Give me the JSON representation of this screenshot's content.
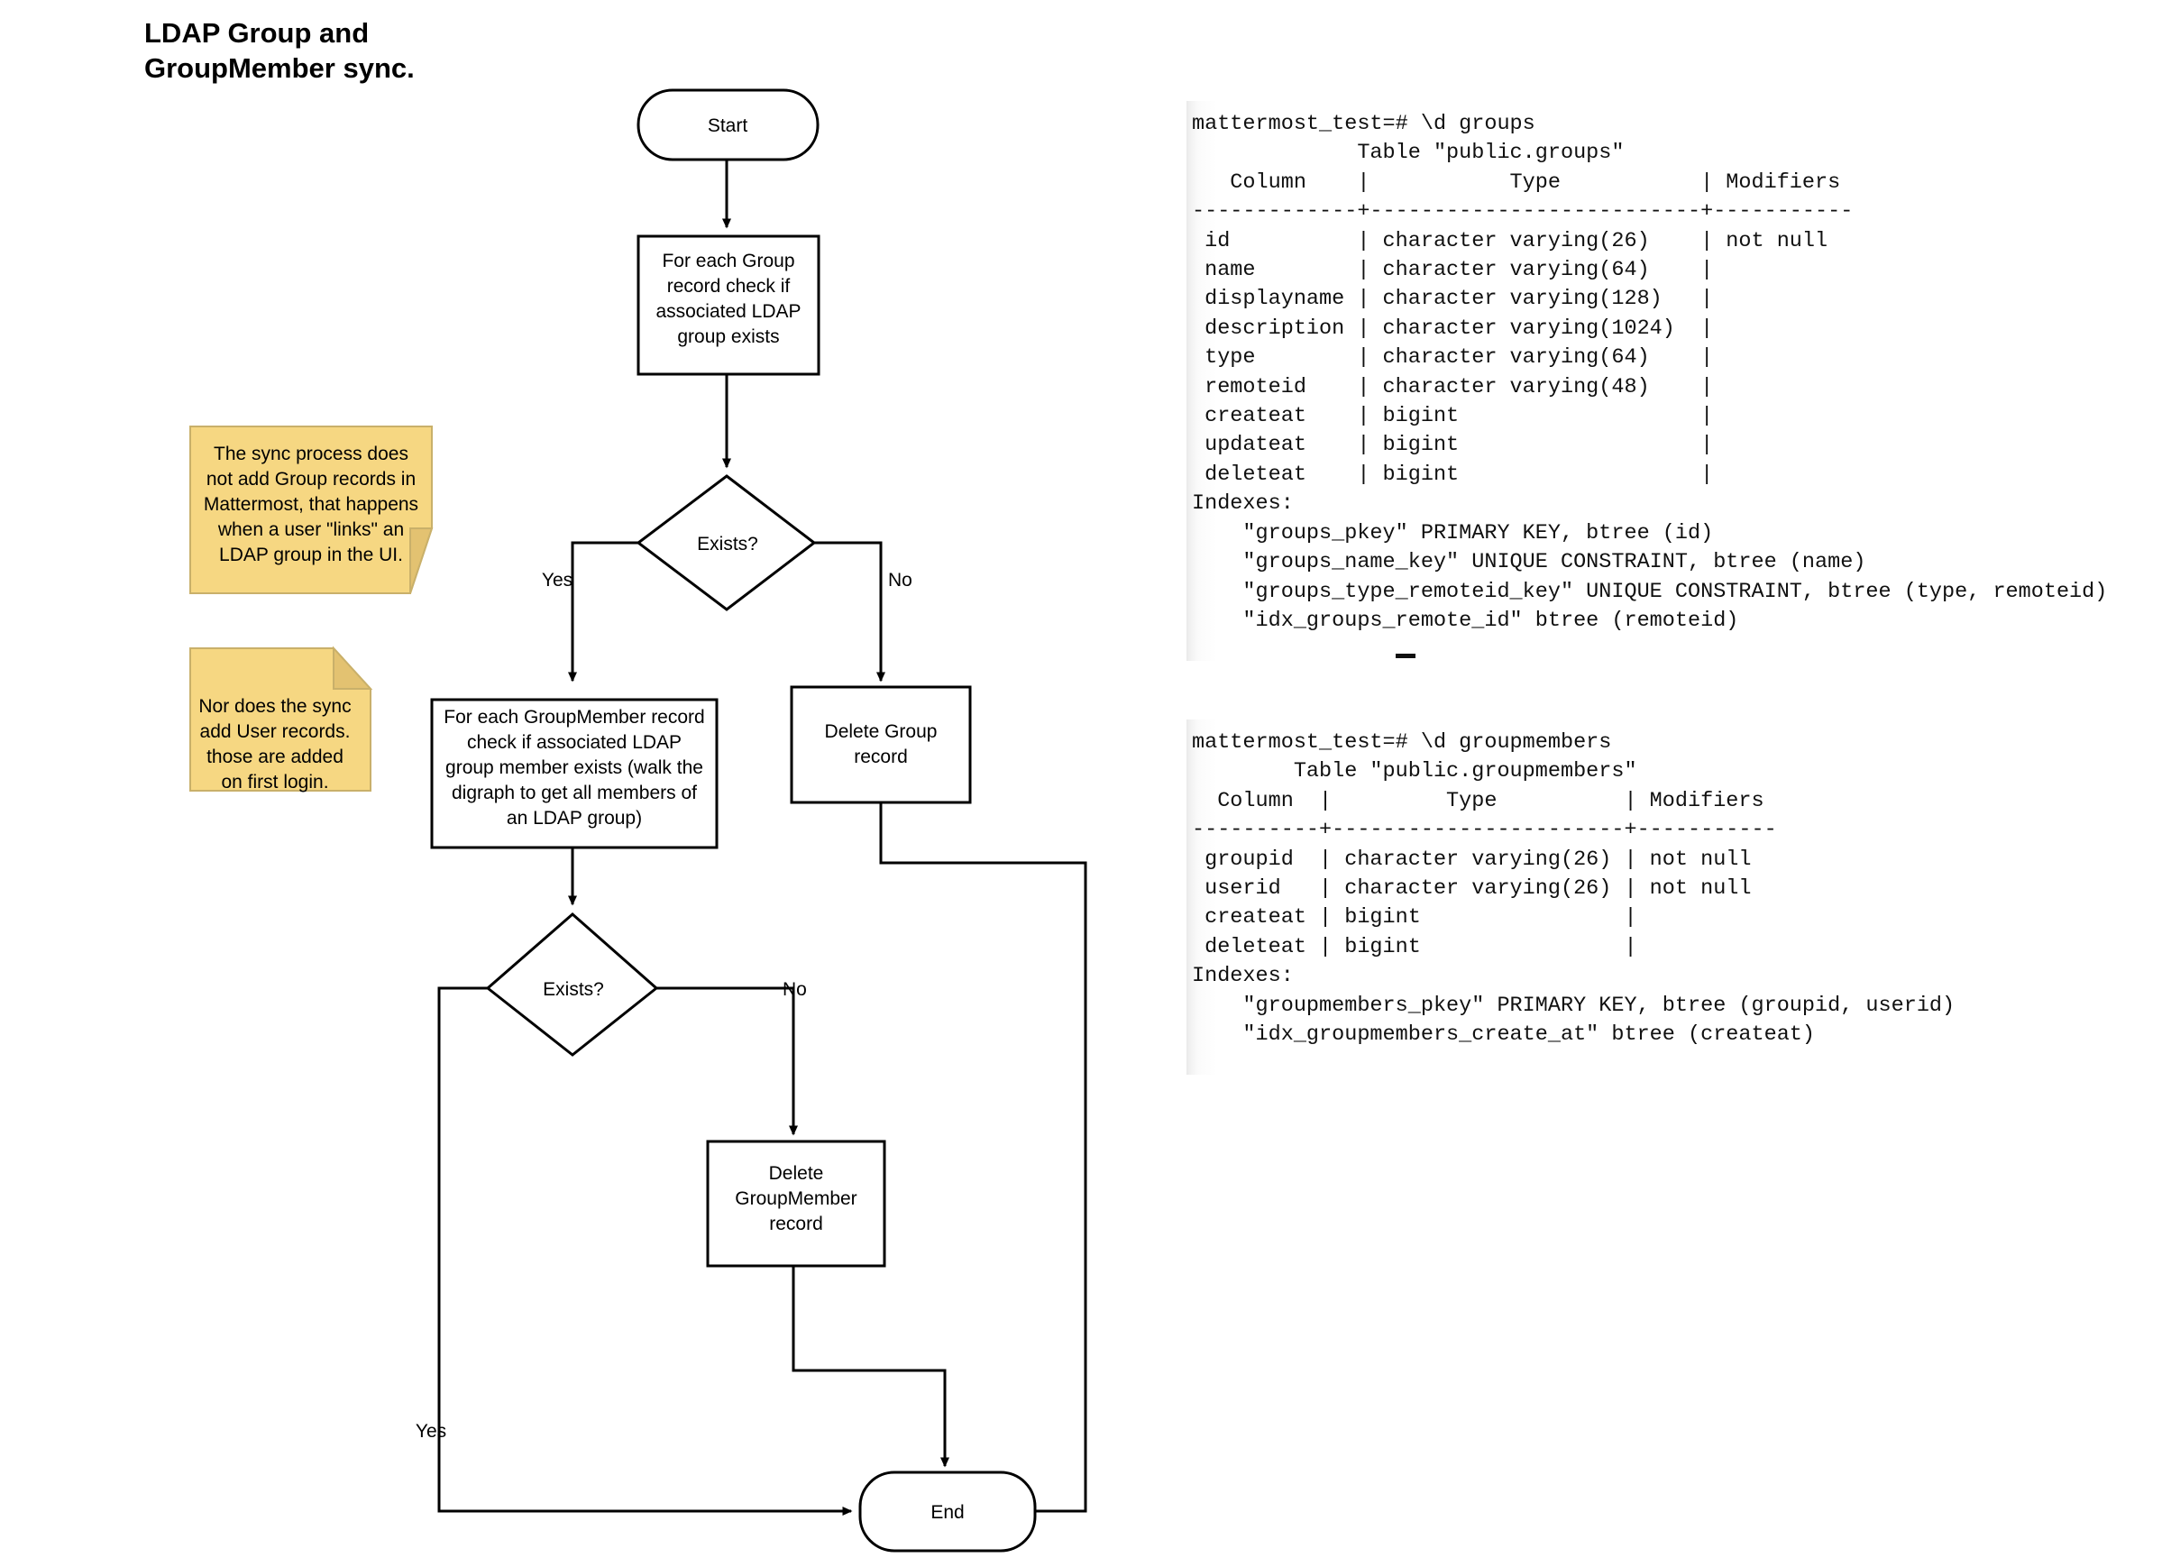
{
  "title": "LDAP Group and\nGroupMember sync.",
  "flowchart": {
    "nodes": {
      "start": "Start",
      "check_group": "For each Group record check if associated LDAP group exists",
      "decision_group": "Exists?",
      "check_groupmember": "For each GroupMember record check if associated LDAP group member exists (walk the digraph to get all members of an LDAP group)",
      "delete_group": "Delete Group record",
      "decision_groupmember": "Exists?",
      "delete_groupmember": "Delete GroupMember record",
      "end": "End"
    },
    "node_lines": {
      "check_group": [
        "For each Group",
        "record check if",
        "associated LDAP",
        "group exists"
      ],
      "check_groupmember": [
        "For each GroupMember record",
        "check if associated LDAP",
        "group member exists (walk the",
        "digraph to get all members of",
        "an LDAP group)"
      ],
      "delete_group": [
        "Delete Group",
        "record"
      ],
      "delete_groupmember": [
        "Delete",
        "GroupMember",
        "record"
      ]
    },
    "branch_labels": {
      "group_yes": "Yes",
      "group_no": "No",
      "member_no": "No",
      "member_yes": "Yes"
    },
    "notes": [
      {
        "id": "note-sync-group",
        "lines": [
          "The sync process does",
          "not add Group records in",
          "Mattermost, that happens",
          "when a user \"links\" an",
          "LDAP group in the UI."
        ]
      },
      {
        "id": "note-sync-user",
        "lines": [
          "Nor does the sync",
          "add User records.",
          "those are added",
          "on first login."
        ]
      }
    ]
  },
  "terminals": {
    "groups": {
      "prompt": "mattermost_test=# \\d groups",
      "lines": [
        "mattermost_test=# \\d groups",
        "             Table \"public.groups\"",
        "   Column    |           Type           | Modifiers ",
        "-------------+--------------------------+-----------",
        " id          | character varying(26)    | not null",
        " name        | character varying(64)    |",
        " displayname | character varying(128)   |",
        " description | character varying(1024)  |",
        " type        | character varying(64)    |",
        " remoteid    | character varying(48)    |",
        " createat    | bigint                   |",
        " updateat    | bigint                   |",
        " deleteat    | bigint                   |",
        "Indexes:",
        "    \"groups_pkey\" PRIMARY KEY, btree (id)",
        "    \"groups_name_key\" UNIQUE CONSTRAINT, btree (name)",
        "    \"groups_type_remoteid_key\" UNIQUE CONSTRAINT, btree (type, remoteid)",
        "    \"idx_groups_remote_id\" btree (remoteid)"
      ]
    },
    "groupmembers": {
      "prompt": "mattermost_test=# \\d groupmembers",
      "lines": [
        "mattermost_test=# \\d groupmembers",
        "        Table \"public.groupmembers\"",
        "  Column  |         Type          | Modifiers ",
        "----------+-----------------------+-----------",
        " groupid  | character varying(26) | not null",
        " userid   | character varying(26) | not null",
        " createat | bigint                |",
        " deleteat | bigint                |",
        "Indexes:",
        "    \"groupmembers_pkey\" PRIMARY KEY, btree (groupid, userid)",
        "    \"idx_groupmembers_create_at\" btree (createat)"
      ]
    }
  },
  "colors": {
    "note_fill": "#f6d782",
    "note_fold": "#e3c271",
    "stroke": "#000000",
    "terminal_text": "#101010"
  }
}
